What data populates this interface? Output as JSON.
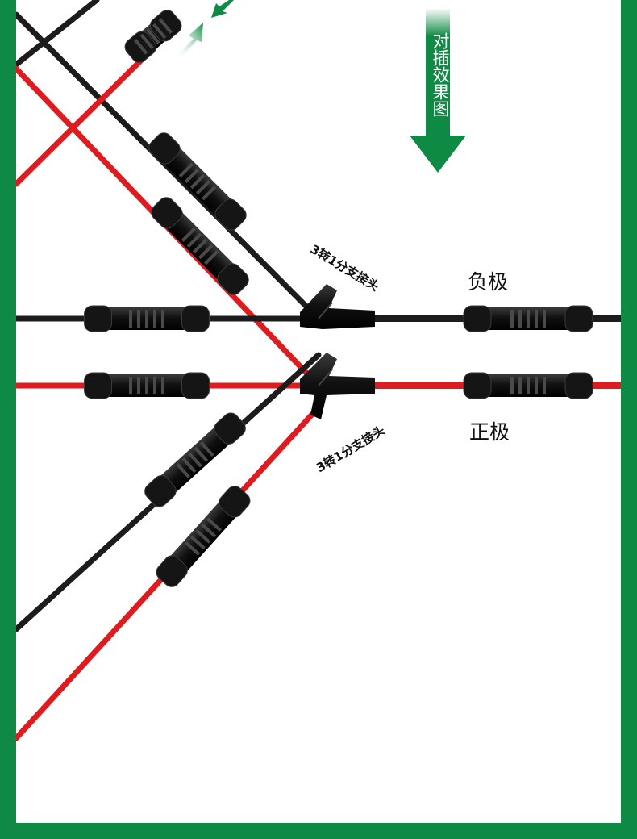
{
  "banner": {
    "text": "对插效果图"
  },
  "labels": {
    "negative": "负极",
    "positive": "正极",
    "branch_top": "3转1分支接头",
    "branch_bottom": "3转1分支接头"
  },
  "colors": {
    "frame": "#0f8a45",
    "red_cable": "#e01b1f",
    "black_cable": "#1c1c1c",
    "connector": "#111111"
  }
}
